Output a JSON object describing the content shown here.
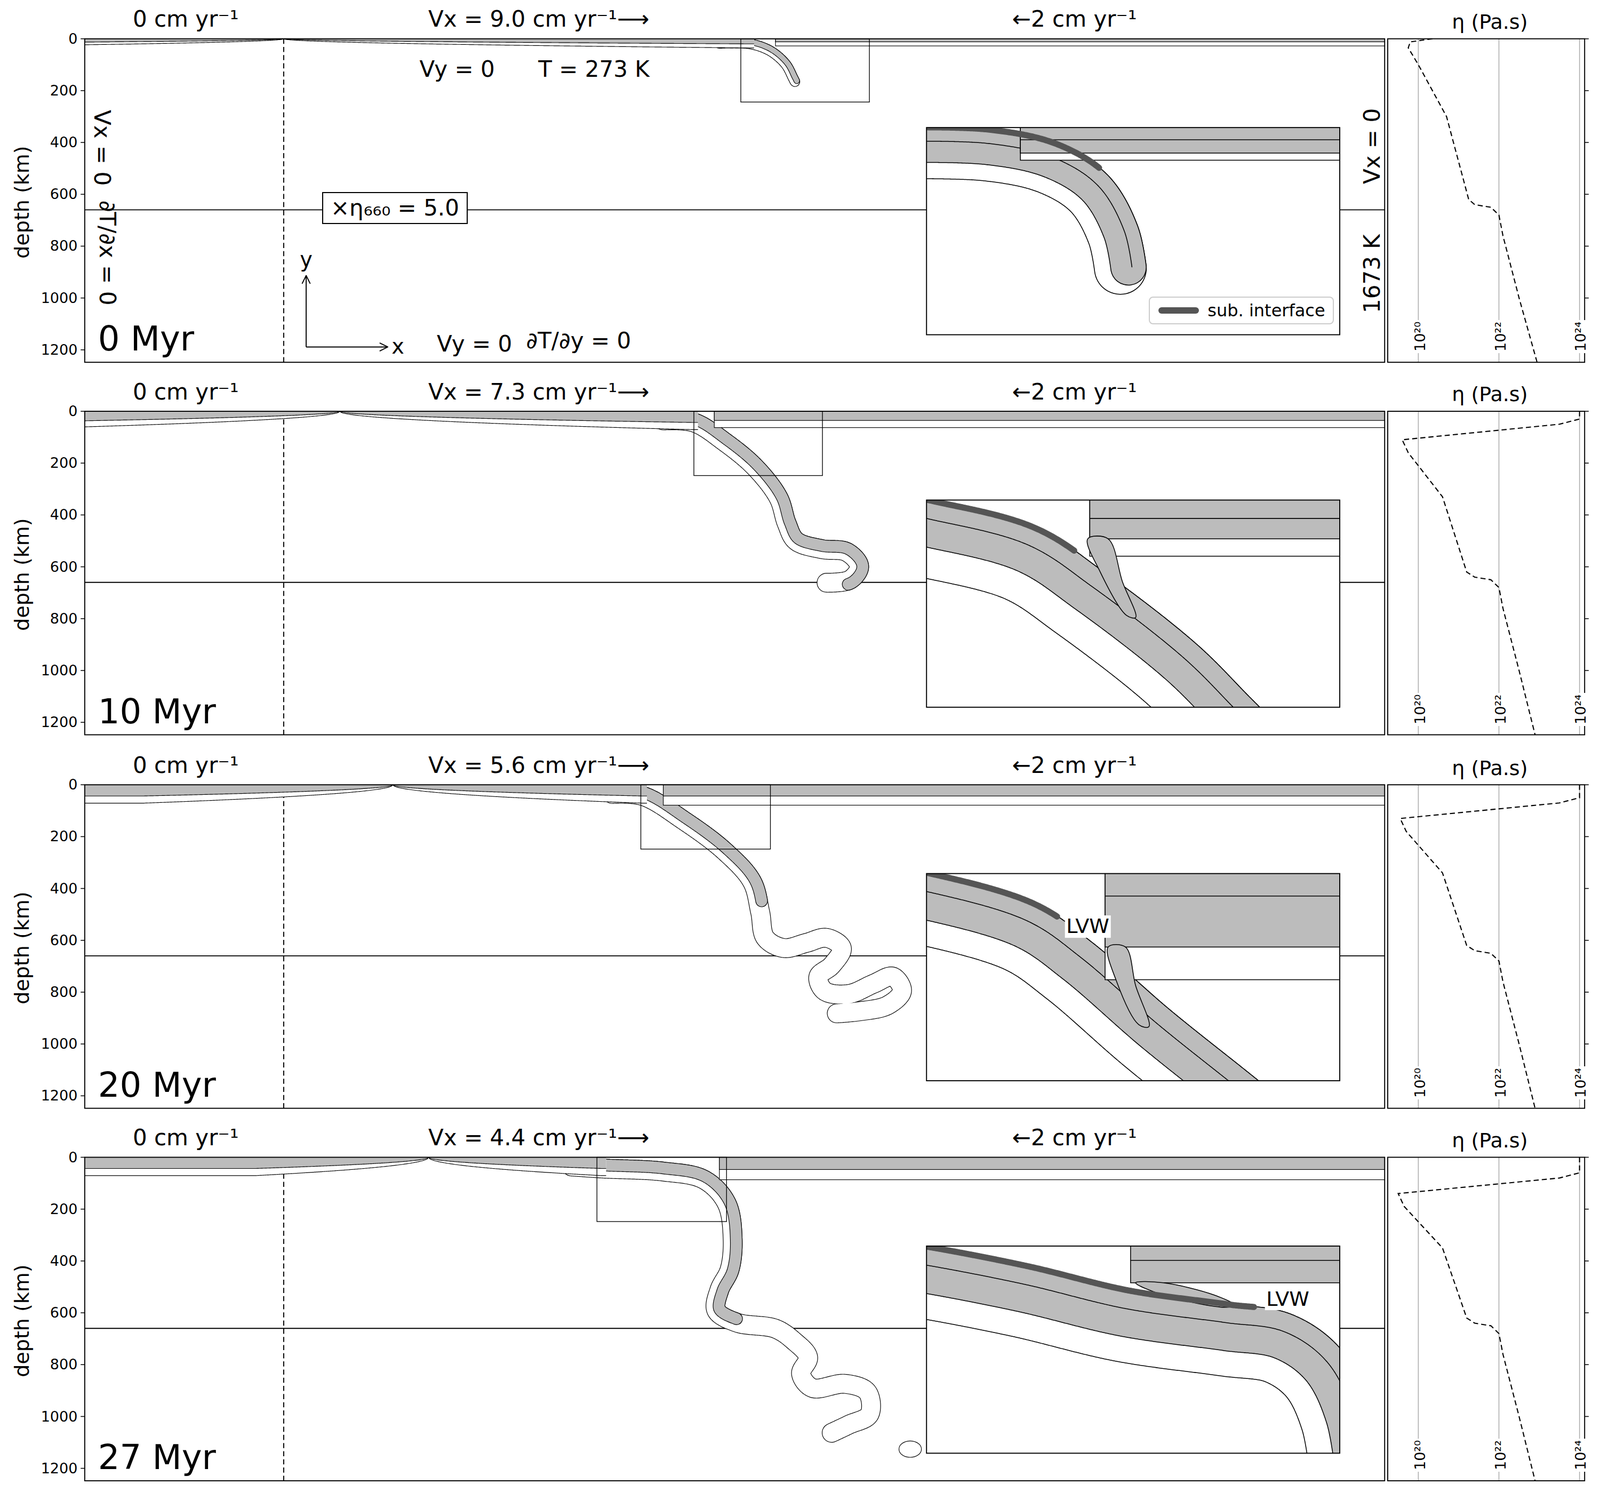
{
  "diagram": {
    "nodes": [
      {
        "text": [
          "×η₆₆₀ = 5.0"
        ]
      }
    ],
    "labels": [
      "0 cm yr⁻¹",
      "Vx = 9.0 cm yr⁻¹⟶",
      "←2 cm yr⁻¹",
      "0",
      "200",
      "400",
      "600",
      "800",
      "1000",
      "1200",
      "depth (km)",
      "η (Pa.s)",
      "10²⁰",
      "10²²",
      "10²⁴",
      "0 Myr",
      "Vy = 0",
      "T = 273 K",
      "Vx = 0",
      "∂T/∂x = 0",
      "y",
      "x",
      "Vy = 0",
      "∂T/∂y = 0",
      "Vx = 0",
      "1673 K",
      "0 cm yr⁻¹",
      "Vx = 7.3 cm yr⁻¹⟶",
      "←2 cm yr⁻¹",
      "0",
      "200",
      "400",
      "600",
      "800",
      "1000",
      "1200",
      "depth (km)",
      "η (Pa.s)",
      "10²⁰",
      "10²²",
      "10²⁴",
      "10 Myr",
      "0 cm yr⁻¹",
      "Vx = 5.6 cm yr⁻¹⟶",
      "←2 cm yr⁻¹",
      "0",
      "200",
      "400",
      "600",
      "800",
      "1000",
      "1200",
      "depth (km)",
      "η (Pa.s)",
      "10²⁰",
      "10²²",
      "10²⁴",
      "20 Myr",
      "LVW",
      "0 cm yr⁻¹",
      "Vx = 4.4 cm yr⁻¹⟶",
      "←2 cm yr⁻¹",
      "0",
      "200",
      "400",
      "600",
      "800",
      "1000",
      "1200",
      "depth (km)",
      "η (Pa.s)",
      "10²⁰",
      "10²²",
      "10²⁴",
      "27 Myr",
      "LVW"
    ],
    "legend": [
      {
        "text": "sub. interface"
      }
    ]
  }
}
